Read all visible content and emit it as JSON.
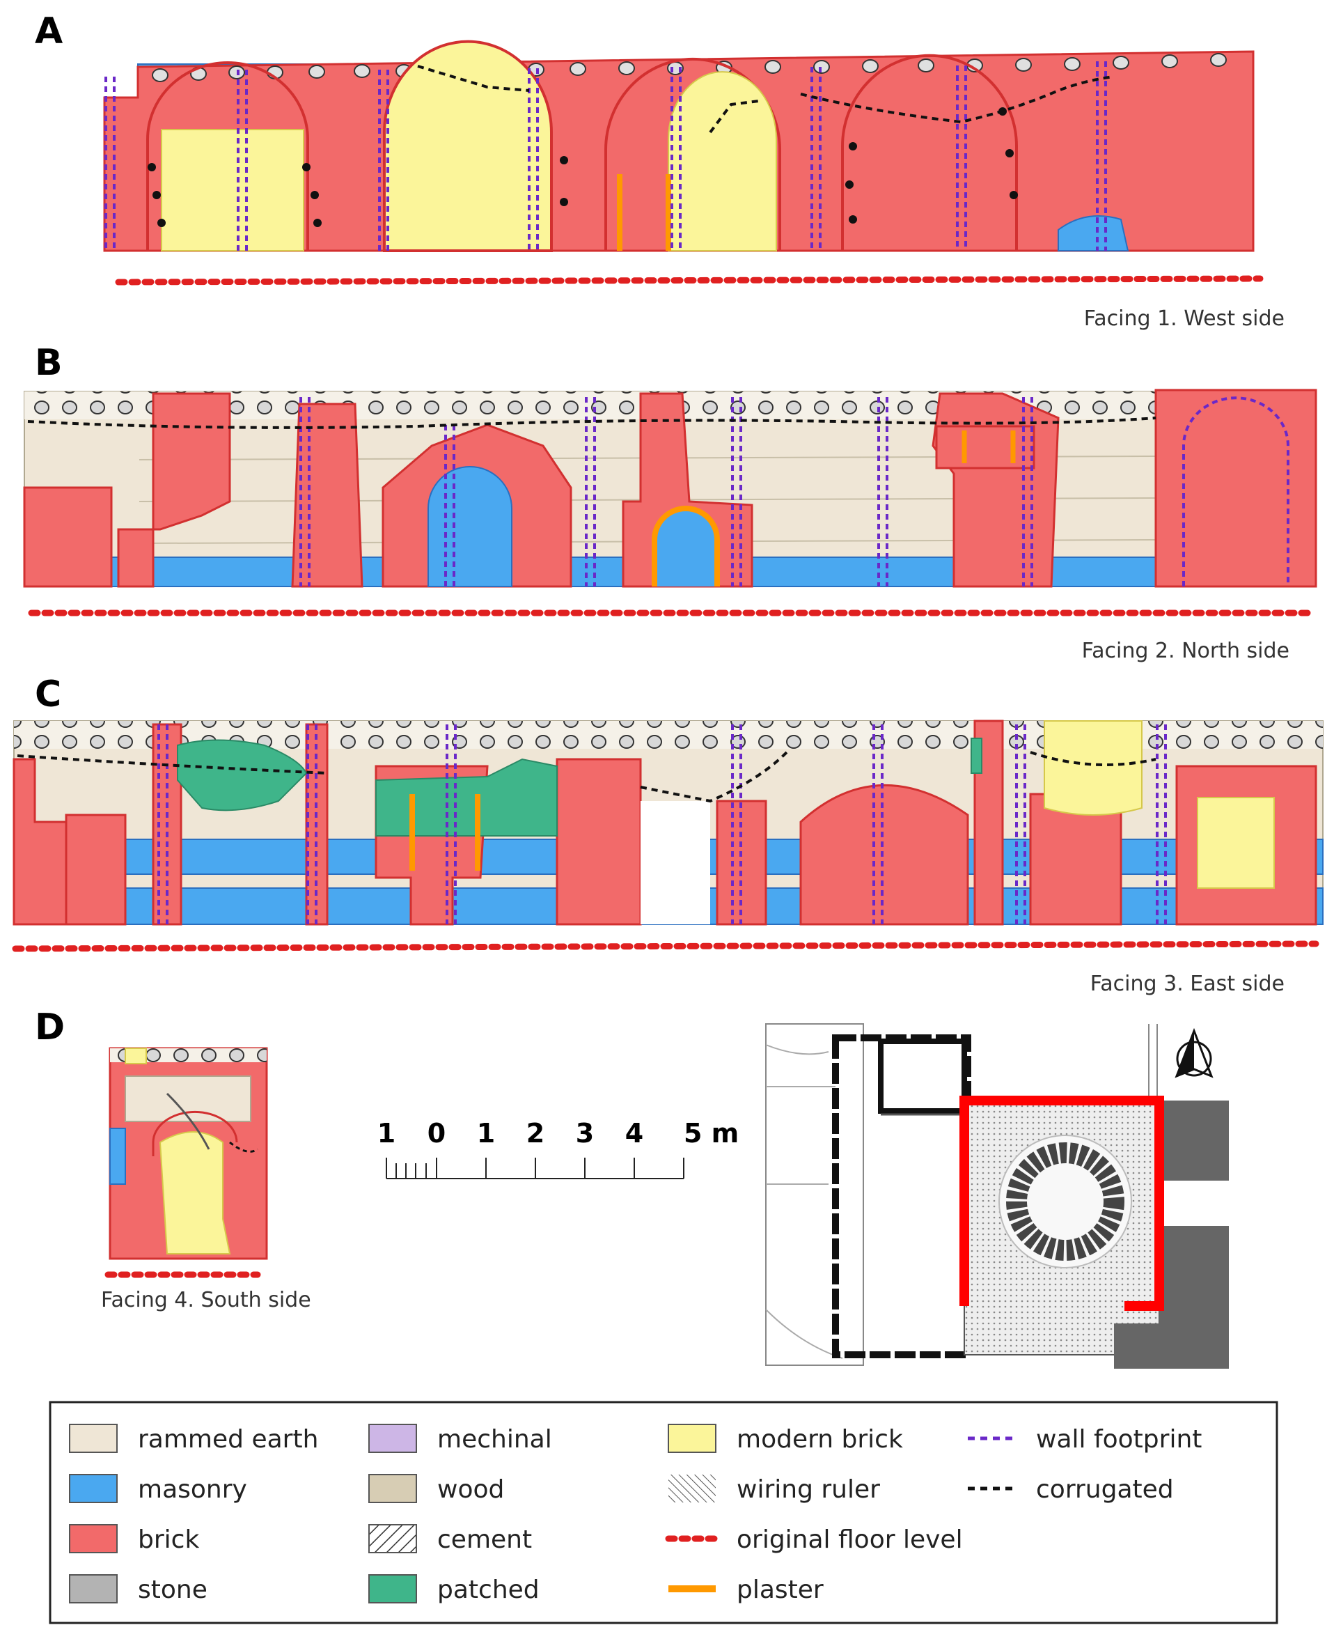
{
  "panels": {
    "A": {
      "letter": "A",
      "caption": "Facing 1. West side"
    },
    "B": {
      "letter": "B",
      "caption": "Facing 2. North side"
    },
    "C": {
      "letter": "C",
      "caption": "Facing 3. East side"
    },
    "D": {
      "letter": "D",
      "caption": "Facing 4. South side"
    }
  },
  "scale_bar": {
    "labels": [
      "1",
      "0",
      "1",
      "2",
      "3",
      "4",
      "5 m"
    ]
  },
  "legend": {
    "items": [
      {
        "label": "rammed earth",
        "swatch": "fill",
        "color": "#efe6d6"
      },
      {
        "label": "masonry",
        "swatch": "fill",
        "color": "#4aa8f0"
      },
      {
        "label": "brick",
        "swatch": "fill",
        "color": "#f26a6a"
      },
      {
        "label": "stone",
        "swatch": "fill",
        "color": "#b3b3b3"
      },
      {
        "label": "mechinal",
        "swatch": "fill",
        "color": "#cdb6e6"
      },
      {
        "label": "wood",
        "swatch": "fill",
        "color": "#d7cdb4"
      },
      {
        "label": "cement",
        "swatch": "hatch",
        "color": "#ffffff"
      },
      {
        "label": "patched",
        "swatch": "fill",
        "color": "#3fb58a"
      },
      {
        "label": "modern brick",
        "swatch": "fill",
        "color": "#fbf59a"
      },
      {
        "label": "wiring ruler",
        "swatch": "diag",
        "color": "#555555"
      },
      {
        "label": "original floor level",
        "swatch": "dots",
        "color": "#e02020"
      },
      {
        "label": "plaster",
        "swatch": "line",
        "color": "#ff9900"
      },
      {
        "label": "wall footprint",
        "swatch": "dash",
        "color": "#6a28c8"
      },
      {
        "label": "corrugated",
        "swatch": "dash",
        "color": "#111111"
      }
    ]
  },
  "colors": {
    "brick": "#f26a6a",
    "masonry": "#4aa8f0",
    "rammed_earth": "#efe6d6",
    "modern_brick": "#fbf59a",
    "patched": "#3fb58a",
    "floor": "#e02020",
    "plaster": "#ff9900",
    "footprint": "#6a28c8",
    "outline_red": "#e83030"
  }
}
